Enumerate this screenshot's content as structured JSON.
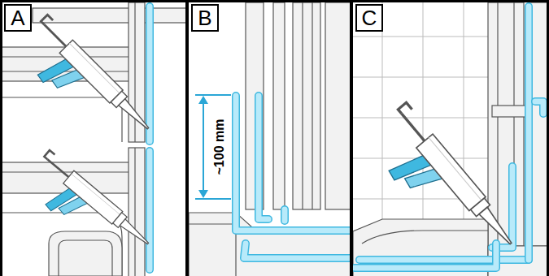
{
  "diagram": {
    "nodes": [
      {
        "text": [
          "A"
        ]
      },
      {
        "text": [
          "B"
        ]
      },
      {
        "text": [
          "C"
        ]
      }
    ],
    "labels": [
      "~100 mm"
    ]
  }
}
